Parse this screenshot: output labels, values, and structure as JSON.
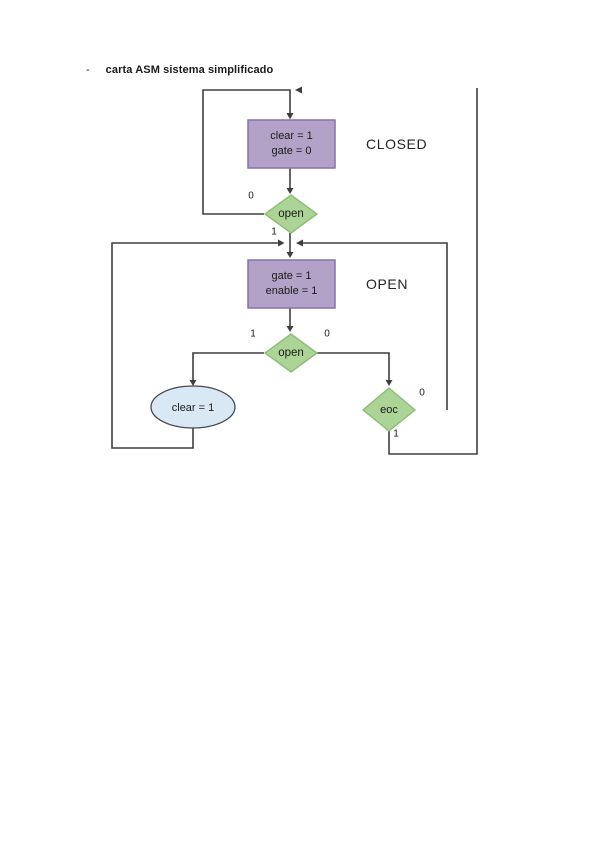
{
  "page": {
    "bullet": "-",
    "title": "carta ASM sistema simplificado"
  },
  "diagram": {
    "states": {
      "closed": {
        "name": "CLOSED",
        "line1": "clear = 1",
        "line2": "gate = 0"
      },
      "open": {
        "name": "OPEN",
        "line1": "gate = 1",
        "line2": "enable = 1"
      }
    },
    "decisions": {
      "open1": {
        "text": "open",
        "branch_false": "0",
        "branch_true": "1"
      },
      "open2": {
        "text": "open",
        "branch_true": "1",
        "branch_false": "0"
      },
      "eoc": {
        "text": "eoc",
        "branch_false": "0",
        "branch_true": "1"
      }
    },
    "outputs": {
      "clear": {
        "text": "clear = 1"
      }
    }
  },
  "colors": {
    "state_fill": "#b2a2c7",
    "state_border": "#8472ad",
    "decision_fill": "#abd496",
    "decision_border": "#8cbe76",
    "ellipse_fill": "#d9e8f5",
    "ellipse_border": "#4a4a4a",
    "line": "#3f3f3f",
    "text": "#1a1a1a",
    "page_bg": "#ffffff"
  }
}
